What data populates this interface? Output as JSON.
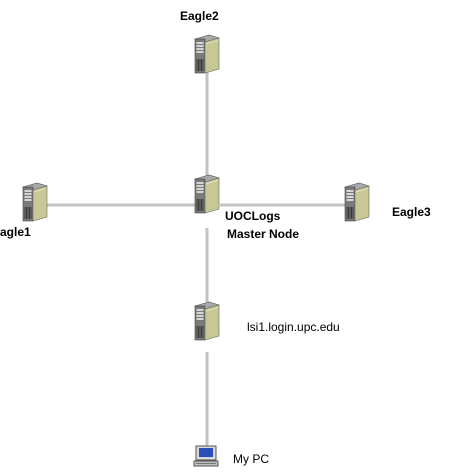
{
  "nodes": {
    "eagle1": {
      "label": "agle1"
    },
    "eagle2": {
      "label": "Eagle2"
    },
    "eagle3": {
      "label": "Eagle3"
    },
    "master": {
      "label_line1": "UOCLogs",
      "label_line2": "Master Node"
    },
    "login": {
      "label": "lsi1.login.upc.edu"
    },
    "pc": {
      "label": "My PC"
    }
  },
  "colors": {
    "link": "#c2c2c2",
    "server_front": "#7a7a7a",
    "server_side": "#c8c896",
    "server_top": "#a9a9a9",
    "pc_screen": "#2a4fb8"
  },
  "icons": {
    "server": "server-icon",
    "pc": "desktop-pc-icon"
  }
}
